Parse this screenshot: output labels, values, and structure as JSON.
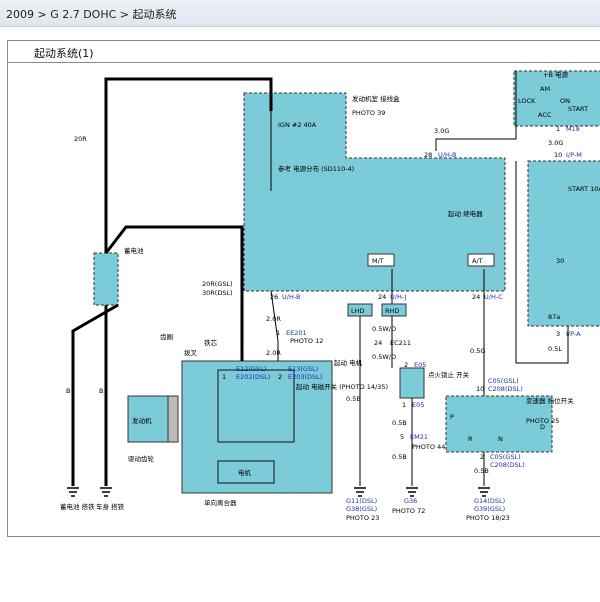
{
  "breadcrumb": "2009 > G 2.7 DOHC > 起动系统",
  "page_title": "起动系统(1)",
  "colors": {
    "box_fill": "#7ccbd8",
    "wire": "#000000",
    "link_blue": "#1d2fb0"
  },
  "battery": {
    "label": "蓄电池",
    "wire_main": "20R",
    "ground_left": "蓄电池\n搭铁",
    "ground_right": "车身\n搭铁",
    "wire_b1": "B",
    "wire_b2": "B"
  },
  "engine_box": {
    "title": "发动机室\n接线盒",
    "photo": "PHOTO 39",
    "fuse": "IGN #2\n40A",
    "ref": "参考\n电源分布\n(SD110-4)",
    "relay": "起动\n继电器",
    "mt": "M/T",
    "at": "A/T",
    "pin_28": "28",
    "pin_28_link": "U/H-B",
    "wire_3g": "3.0G",
    "pin_26": "26",
    "pin_26_link": "U/H-B",
    "pin_24a": "24",
    "pin_24a_link": "U/H-J",
    "pin_24b": "24",
    "pin_24b_link": "U/H-C"
  },
  "ign_switch": {
    "title": "+B 电源",
    "lock": "LOCK",
    "am": "AM",
    "on": "ON",
    "start": "START",
    "acc": "ACC",
    "pin1": "1",
    "link1": "M18",
    "wire": "3.0G",
    "pin10": "10",
    "link10": "I/P-M"
  },
  "right_box": {
    "fuse": "START\n10A",
    "pin30": "30",
    "relay": "87a",
    "pin3": "3",
    "link3": "I/P-A",
    "wire": "0.5L"
  },
  "starter": {
    "wire_gsl": "20R(GSL)",
    "wire_dsl": "30R(DSL)",
    "wire_2r": "2.0R",
    "pin1": "1",
    "link1": "EE201",
    "photo": "PHOTO\n12",
    "wire_2r2": "2.0R",
    "gear": "齿圈",
    "fork": "拨叉",
    "core": "铁芯",
    "label": "起动\n电机",
    "e12": "E12(GSL)",
    "e202": "E202(DSL)",
    "e13": "E13(GSL)",
    "e203": "E203(DSL)",
    "pin1b": "1",
    "pin2": "2",
    "switch": "起动\n电磁开关\n(PHOTO\n14/35)",
    "engine": "发动机",
    "drive": "驱动齿轮",
    "motor": "电机",
    "clutch": "单向离合器"
  },
  "lhd_rhd": {
    "lhd": "LHD",
    "rhd": "RHD",
    "w1": "0.5W/O",
    "p24": "24",
    "ec211": "EC211",
    "w2": "0.5W/O",
    "p2": "2",
    "e05": "E05",
    "lock_sw": "点火锁止\n开关",
    "p1": "1",
    "e05b": "E05",
    "w3": "0.5B",
    "p5": "5",
    "em21": "EM21",
    "photo44": "PHOTO\n44",
    "w4": "0.5B",
    "w5": "0.5B"
  },
  "inhibitor": {
    "wire": "0.5G",
    "c05": "C05(GSL)",
    "c208": "C208(DSL)",
    "pin10": "10",
    "label": "变速器\n挡位开关",
    "photo": "PHOTO\n25",
    "p": "P",
    "r": "R",
    "n": "N",
    "d": "D",
    "pin2": "2",
    "c05b": "C05(GSL)",
    "c208b": "C208(DSL)",
    "w": "0.5B"
  },
  "grounds": {
    "g11": "G11(DSL)",
    "g38": "G38(GSL)",
    "photo23": "PHOTO 23",
    "g36": "G36",
    "photo72": "PHOTO 72",
    "g14": "G14(DSL)",
    "g39": "G39(GSL)",
    "photo1823": "PHOTO 18/23"
  }
}
